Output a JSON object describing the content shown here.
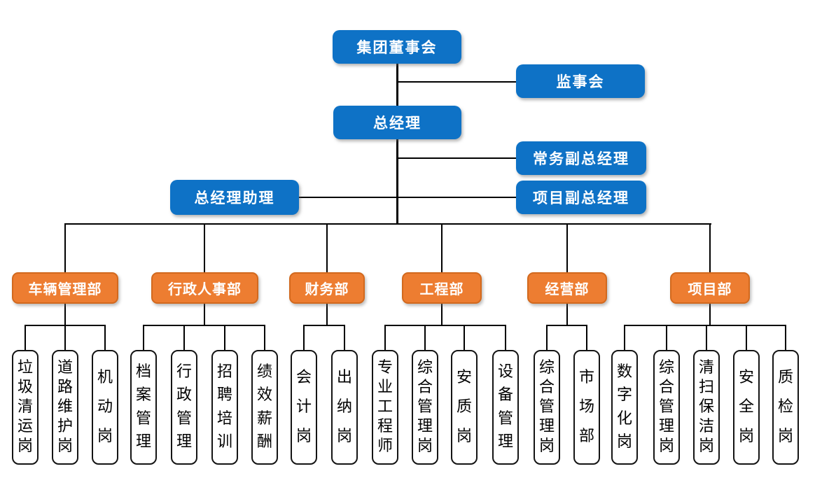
{
  "palette": {
    "executive_node": "#0E72C6",
    "department_node": "#ED7D31",
    "department_border": "#D2691E",
    "position_node_bg": "#FFFFFF",
    "line": "#000000",
    "node_text": "#FFFFFF",
    "position_text": "#000000"
  },
  "chart": {
    "executive": {
      "board": "集团董事会",
      "supervisory": "监事会",
      "gm": "总经理",
      "deputy_gm_executive": "常务副总经理",
      "gm_assistant": "总经理助理",
      "deputy_gm_project": "项目副总经理"
    },
    "departments": [
      {
        "label": "车辆管理部",
        "positions": [
          "垃圾清运岗",
          "道路维护岗",
          "机动岗"
        ]
      },
      {
        "label": "行政人事部",
        "positions": [
          "档案管理",
          "行政管理",
          "招聘培训",
          "绩效薪酬"
        ]
      },
      {
        "label": "财务部",
        "positions": [
          "会计岗",
          "出纳岗"
        ]
      },
      {
        "label": "工程部",
        "positions": [
          "专业工程师",
          "综合管理岗",
          "安质岗",
          "设备管理"
        ]
      },
      {
        "label": "经营部",
        "positions": [
          "综合管理岗",
          "市场部"
        ]
      },
      {
        "label": "项目部",
        "positions": [
          "数字化岗",
          "综合管理岗",
          "清扫保洁岗",
          "安全岗",
          "质检岗"
        ]
      }
    ]
  }
}
